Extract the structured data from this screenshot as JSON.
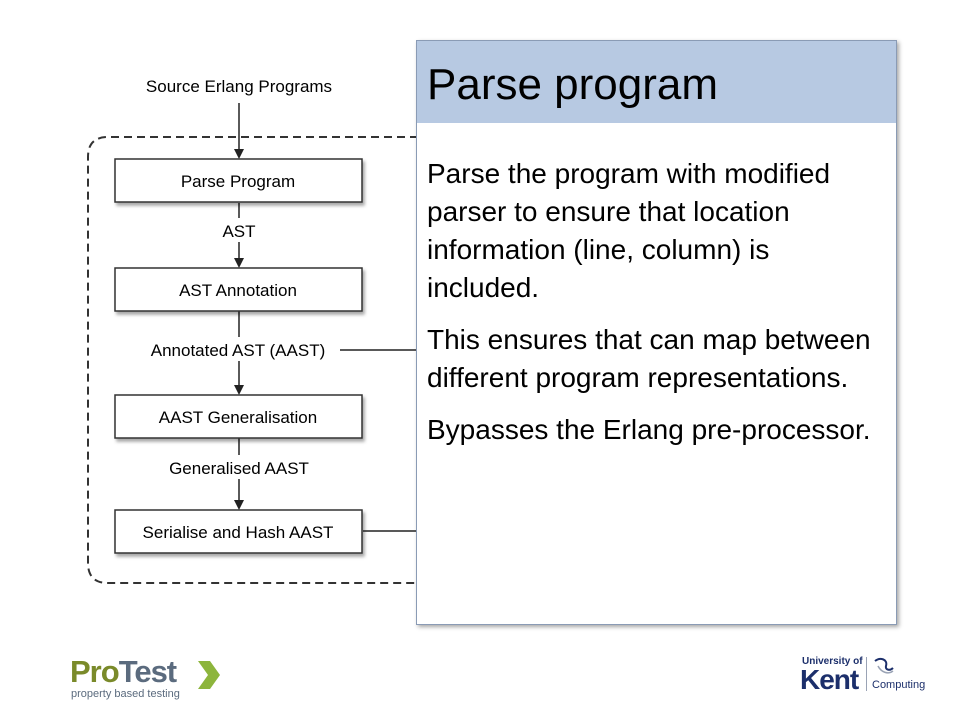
{
  "diagram": {
    "input_label": "Source Erlang Programs",
    "steps": [
      {
        "label": "Parse Program"
      },
      {
        "label": "AST Annotation"
      },
      {
        "label": "AAST Generalisation"
      },
      {
        "label": "Serialise and Hash AAST"
      }
    ],
    "edge_labels": [
      "AST",
      "Annotated AST (AAST)",
      "Generalised AAST"
    ]
  },
  "callout": {
    "title": "Parse program",
    "paragraphs": [
      "Parse the program with modified parser to ensure that location information (line, column) is included.",
      "This ensures that can map between different program representations.",
      "Bypasses the Erlang pre-processor."
    ]
  },
  "logos": {
    "protest": {
      "wordmark_1": "Pro",
      "wordmark_2": "Test",
      "tagline": "property based testing"
    },
    "kent": {
      "university_of": "University of",
      "name": "Kent",
      "department": "Computing"
    }
  },
  "colors": {
    "callout_header": "#b7c9e2",
    "box_stroke": "#333333",
    "protest_green": "#7a8a2a",
    "kent_blue": "#1c2f6b"
  }
}
